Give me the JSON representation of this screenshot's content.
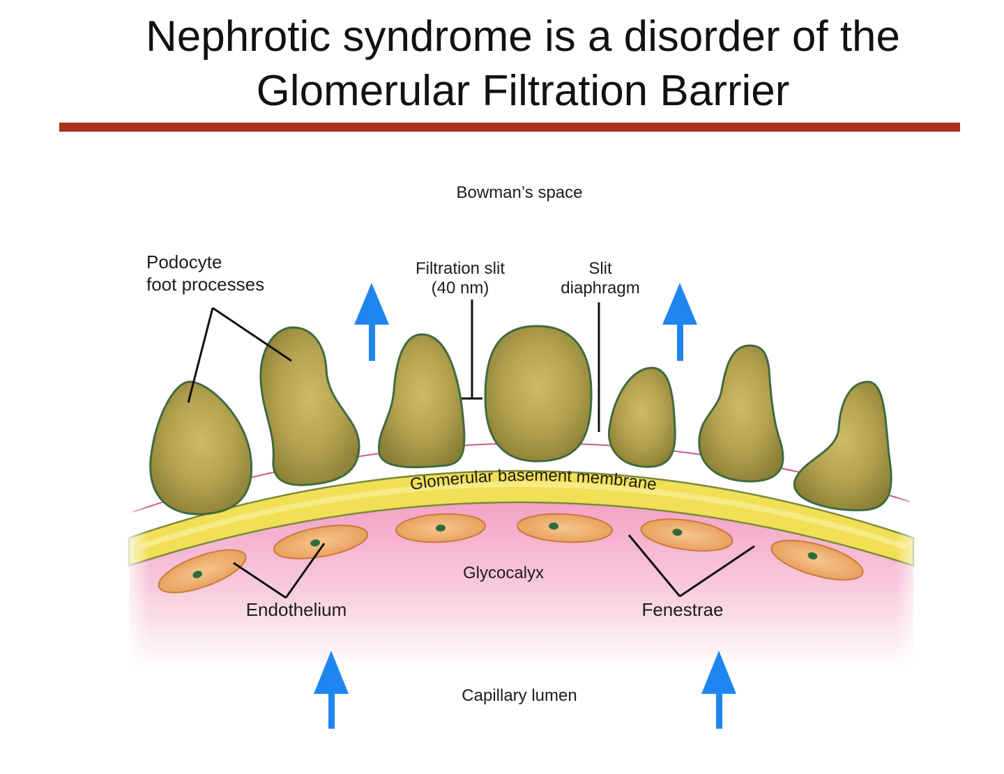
{
  "title": {
    "line1": "Nephrotic syndrome is a disorder of the",
    "line2": "Glomerular Filtration Barrier"
  },
  "labels": {
    "bowmans_space": "Bowman’s space",
    "podocyte_line1": "Podocyte",
    "podocyte_line2": "foot processes",
    "filtration_slit_line1": "Filtration slit",
    "filtration_slit_line2": "(40 nm)",
    "slit_diaphragm_line1": "Slit",
    "slit_diaphragm_line2": "diaphragm",
    "gbm": "Glomerular basement membrane",
    "glycocalyx": "Glycocalyx",
    "endothelium": "Endothelium",
    "fenestrae": "Fenestrae",
    "capillary_lumen": "Capillary lumen"
  },
  "colors": {
    "title_rule": "#a8321d",
    "arrow": "#1f86f0",
    "podocyte_fill": "#a69a45",
    "podocyte_stroke": "#3f6b3e",
    "gbm_fill": "#f1df55",
    "gbm_stroke": "#6b7a3a",
    "glycocalyx": "#f2a6c4",
    "endothelial_cell": "#efab6a",
    "nucleus": "#2e6b3a"
  },
  "icons": {
    "flow_arrow": "up-arrow-icon"
  }
}
